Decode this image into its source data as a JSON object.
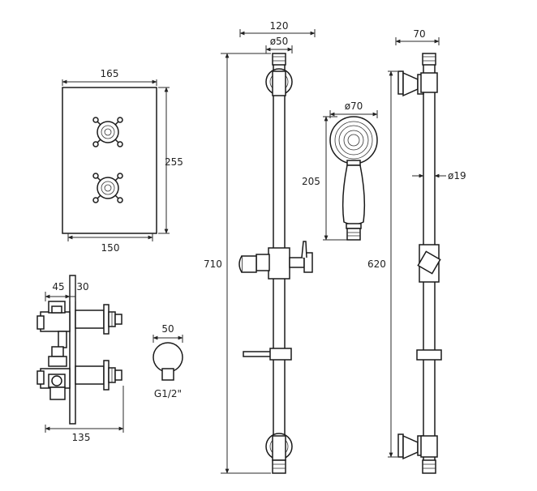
{
  "dimensions": {
    "plate_width": "165",
    "plate_height": "255",
    "plate_inner_width": "150",
    "side_depth_a": "45",
    "side_depth_b": "30",
    "side_total": "135",
    "outlet_diameter": "50",
    "outlet_thread": "G1/2\"",
    "rail_bracket_width": "120",
    "rail_rose_diameter": "ø50",
    "rail_total_height": "710",
    "handset_head_diameter": "ø70",
    "handset_length": "205",
    "side_rail_bracket_width": "70",
    "side_rail_tube_diameter": "ø19",
    "side_rail_height": "620"
  },
  "colors": {
    "line": "#1a1a1a",
    "background": "#ffffff"
  }
}
